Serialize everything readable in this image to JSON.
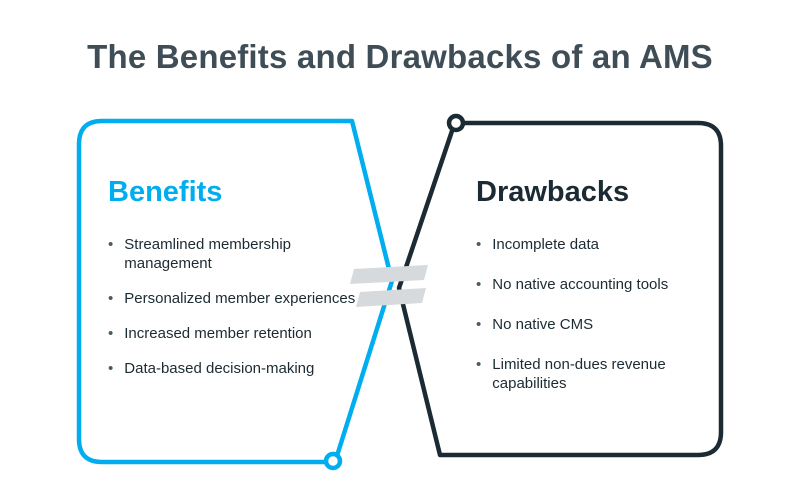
{
  "title": "The Benefits and Drawbacks of an AMS",
  "colors": {
    "cyan": "#00AEEF",
    "navy": "#1C2B33",
    "title_text": "#3F4D57",
    "body_text": "#1C2B33",
    "divider_gray": "#D6DADD",
    "dot_fill": "#FFFFFF"
  },
  "benefits": {
    "heading": "Benefits",
    "items": [
      "Streamlined membership management",
      "Personalized member experiences",
      "Increased member retention",
      "Data-based decision-making"
    ]
  },
  "drawbacks": {
    "heading": "Drawbacks",
    "items": [
      "Incomplete data",
      "No native accounting tools",
      "No native CMS",
      "Limited non-dues revenue capabilities"
    ]
  }
}
